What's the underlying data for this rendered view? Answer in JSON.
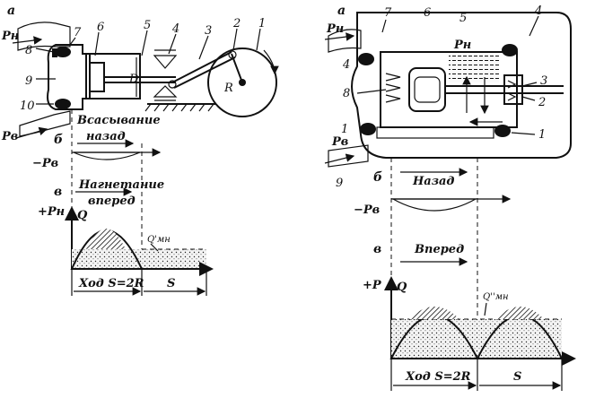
{
  "left": {
    "fig_a": "а",
    "fig_b": "б",
    "fig_v": "в",
    "p_h": "Pн",
    "p_b": "Pв",
    "neg_pb": "−Pв",
    "pos_ph": "+Pн",
    "q": "Q",
    "d": "D",
    "r": "R",
    "suction_top": "Всасывание",
    "suction_bottom": "назад",
    "discharge_top": "Нагнетание",
    "discharge_bottom": "вперед",
    "q_mean": "Q'мн",
    "stroke_label": "Ход S=2R",
    "s_label": "S",
    "numbers": [
      "1",
      "2",
      "3",
      "4",
      "5",
      "6",
      "7",
      "8",
      "9",
      "10"
    ]
  },
  "right": {
    "fig_a": "а",
    "fig_b": "б",
    "fig_v": "в",
    "p_h_outer": "Pн",
    "p_h_inner": "Pн",
    "p_b": "Pв",
    "neg_pb": "−Pв",
    "plus_p": "+P",
    "q": "Q",
    "back": "Назад",
    "forward": "Вперед",
    "q_mean": "Q''мн",
    "stroke_label": "Ход S=2R",
    "s_label": "S",
    "numbers": {
      "n1a": "1",
      "n1b": "1",
      "n2": "2",
      "n3": "3",
      "n4a": "4",
      "n4b": "4",
      "n5": "5",
      "n6": "6",
      "n7": "7",
      "n8": "8",
      "n9": "9"
    }
  }
}
